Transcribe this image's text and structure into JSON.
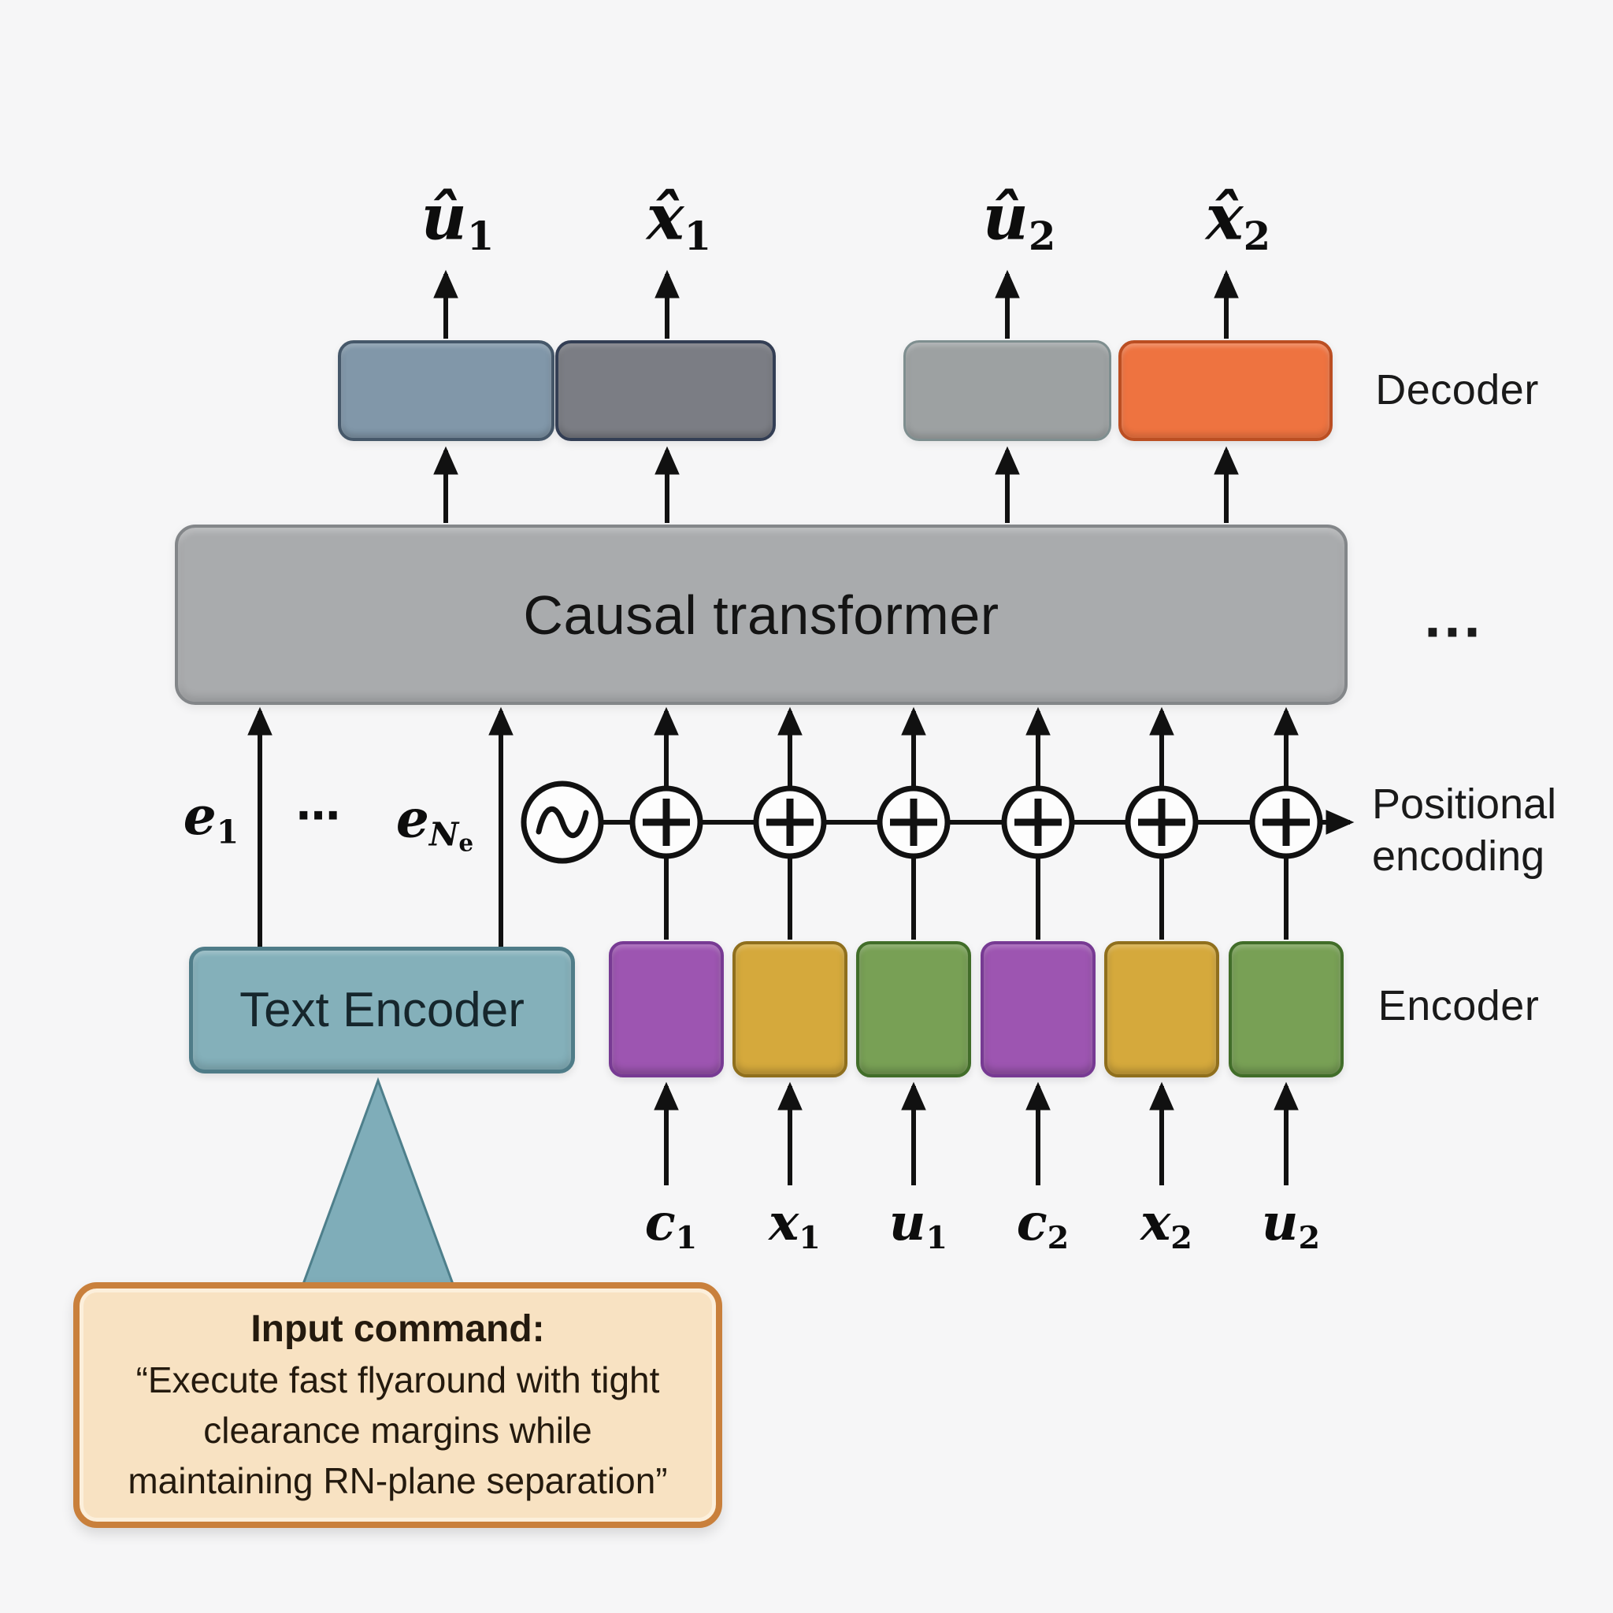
{
  "figure": {
    "type": "neural-network-architecture-diagram",
    "background_color": "#f6f6f7"
  },
  "outputs": [
    {
      "base": "û",
      "sub": "1"
    },
    {
      "base": "x̂",
      "sub": "1"
    },
    {
      "base": "û",
      "sub": "2"
    },
    {
      "base": "x̂",
      "sub": "2"
    }
  ],
  "decoder": {
    "label": "Decoder"
  },
  "transformer": {
    "label": "Causal transformer",
    "ellipsis": "..."
  },
  "positional": {
    "e1": {
      "base": "e",
      "sub": "1"
    },
    "dots": "⋯",
    "eNe": {
      "base": "e",
      "sub": "N",
      "subsub": "e"
    },
    "label": [
      "Positional",
      "encoding"
    ]
  },
  "encoder": {
    "box_label": "Text Encoder",
    "label": "Encoder"
  },
  "inputs": [
    {
      "base": "c",
      "sub": "1"
    },
    {
      "base": "x",
      "sub": "1"
    },
    {
      "base": "u",
      "sub": "1"
    },
    {
      "base": "c",
      "sub": "2"
    },
    {
      "base": "x",
      "sub": "2"
    },
    {
      "base": "u",
      "sub": "2"
    }
  ],
  "command": {
    "title": "Input command:",
    "lines": [
      "“Execute fast flyaround with tight",
      "clearance margins while",
      "maintaining RN-plane separation”"
    ]
  },
  "colors": {
    "decoder_blocks": [
      "#8197a9",
      "#7b7d84",
      "#9da1a2",
      "#ee7340"
    ],
    "decoder_block_borders": [
      "#46586a",
      "#333e54",
      "#7e8e8f",
      "#bb4e22"
    ],
    "transformer_fill": "#a9abad",
    "text_encoder_fill": "#84b0ba",
    "token_fills": [
      "#9d55b1",
      "#d5a93c",
      "#78a055"
    ],
    "command_box_fill": "#f8e2c2",
    "command_box_border": "#c9803c",
    "line_color": "#111111"
  }
}
